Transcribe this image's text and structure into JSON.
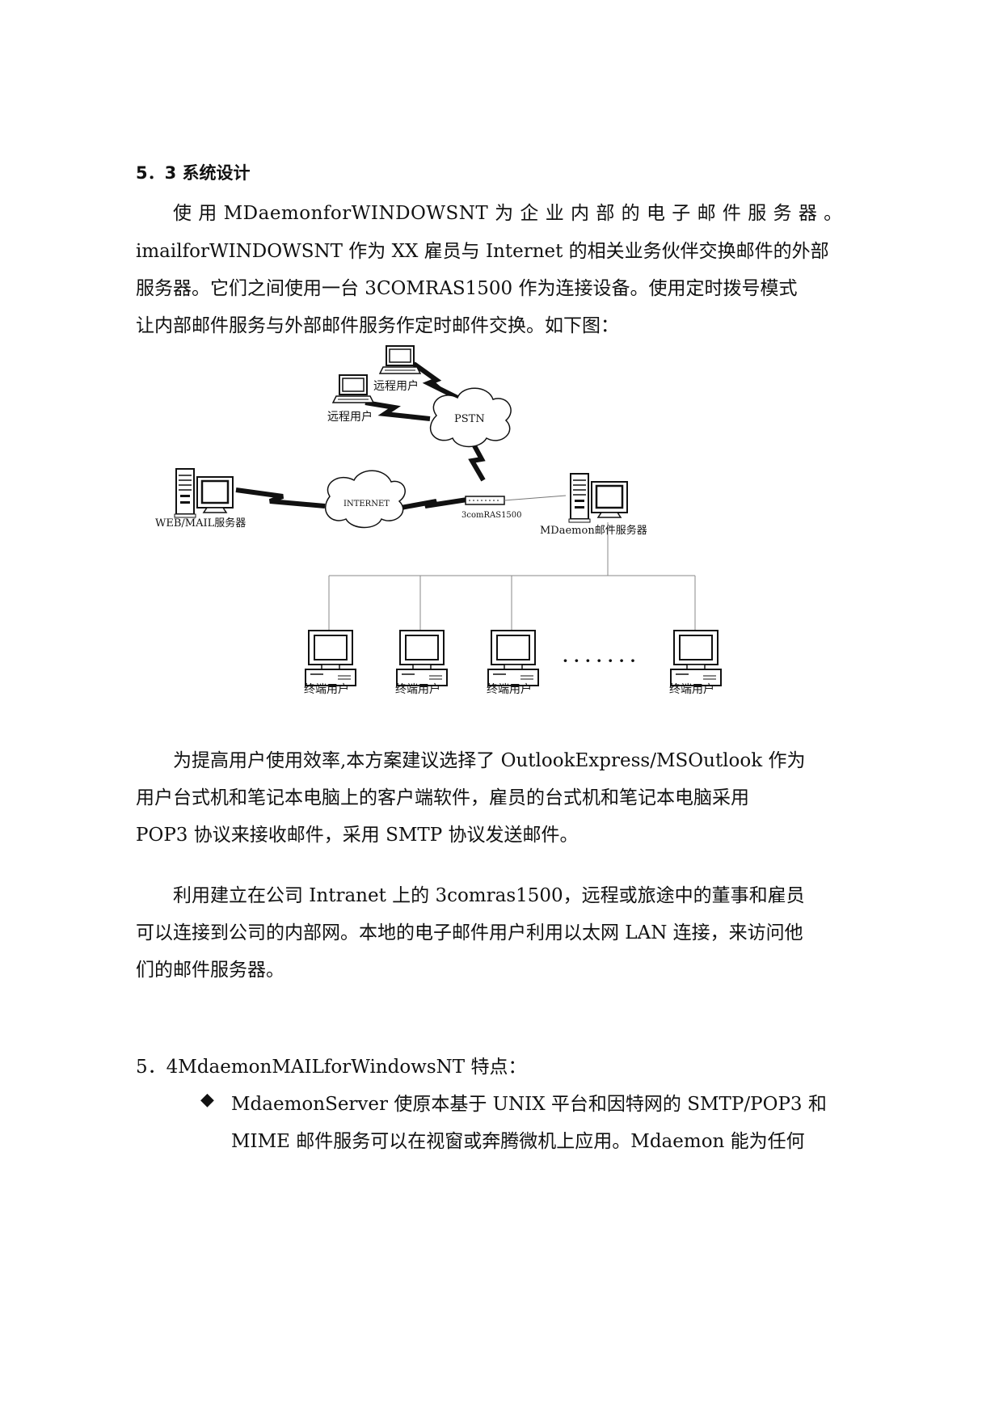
{
  "section_53": {
    "heading": "5．3 系统设计",
    "p1": [
      "使 用 MDaemonforWINDOWSNT 为 企 业 内 部 的 电 子 邮 件 服 务 器 。",
      "imailforWINDOWSNT 作为 XX 雇员与 Internet 的相关业务伙伴交换邮件的外部",
      "服务器。它们之间使用一台 3COMRAS1500 作为连接设备。使用定时拨号模式",
      "让内部邮件服务与外部邮件服务作定时邮件交换。如下图："
    ]
  },
  "diagram": {
    "remote_user_1": "远程用户",
    "remote_user_2": "远程用户",
    "pstn": "PSTN",
    "internet": "INTERNET",
    "web_mail_server": "WEB/MAIL服务器",
    "ras": "3comRAS1500",
    "mdaemon_server": "MDaemon邮件服务器",
    "terminal_users": [
      "终端用户",
      "终端用户",
      "终端用户",
      "终端用户"
    ],
    "ellipsis": "· · · · · · ·"
  },
  "p2": [
    "为提高用户使用效率,本方案建议选择了 OutlookExpress/MSOutlook 作为",
    "用户台式机和笔记本电脑上的客户端软件，雇员的台式机和笔记本电脑采用",
    "POP3 协议来接收邮件，采用 SMTP 协议发送邮件。"
  ],
  "p3": [
    "利用建立在公司 Intranet 上的 3comras1500，远程或旅途中的董事和雇员",
    "可以连接到公司的内部网。本地的电子邮件用户利用以太网 LAN 连接，来访问他",
    "们的邮件服务器。"
  ],
  "section_54": {
    "heading": "5．4MdaemonMAILforWindowsNT 特点：",
    "bullet_symbol": "◆",
    "bullet_lines": [
      "MdaemonServer 使原本基于 UNIX 平台和因特网的 SMTP/POP3 和",
      "MIME 邮件服务可以在视窗或奔腾微机上应用。Mdaemon 能为任何"
    ]
  }
}
